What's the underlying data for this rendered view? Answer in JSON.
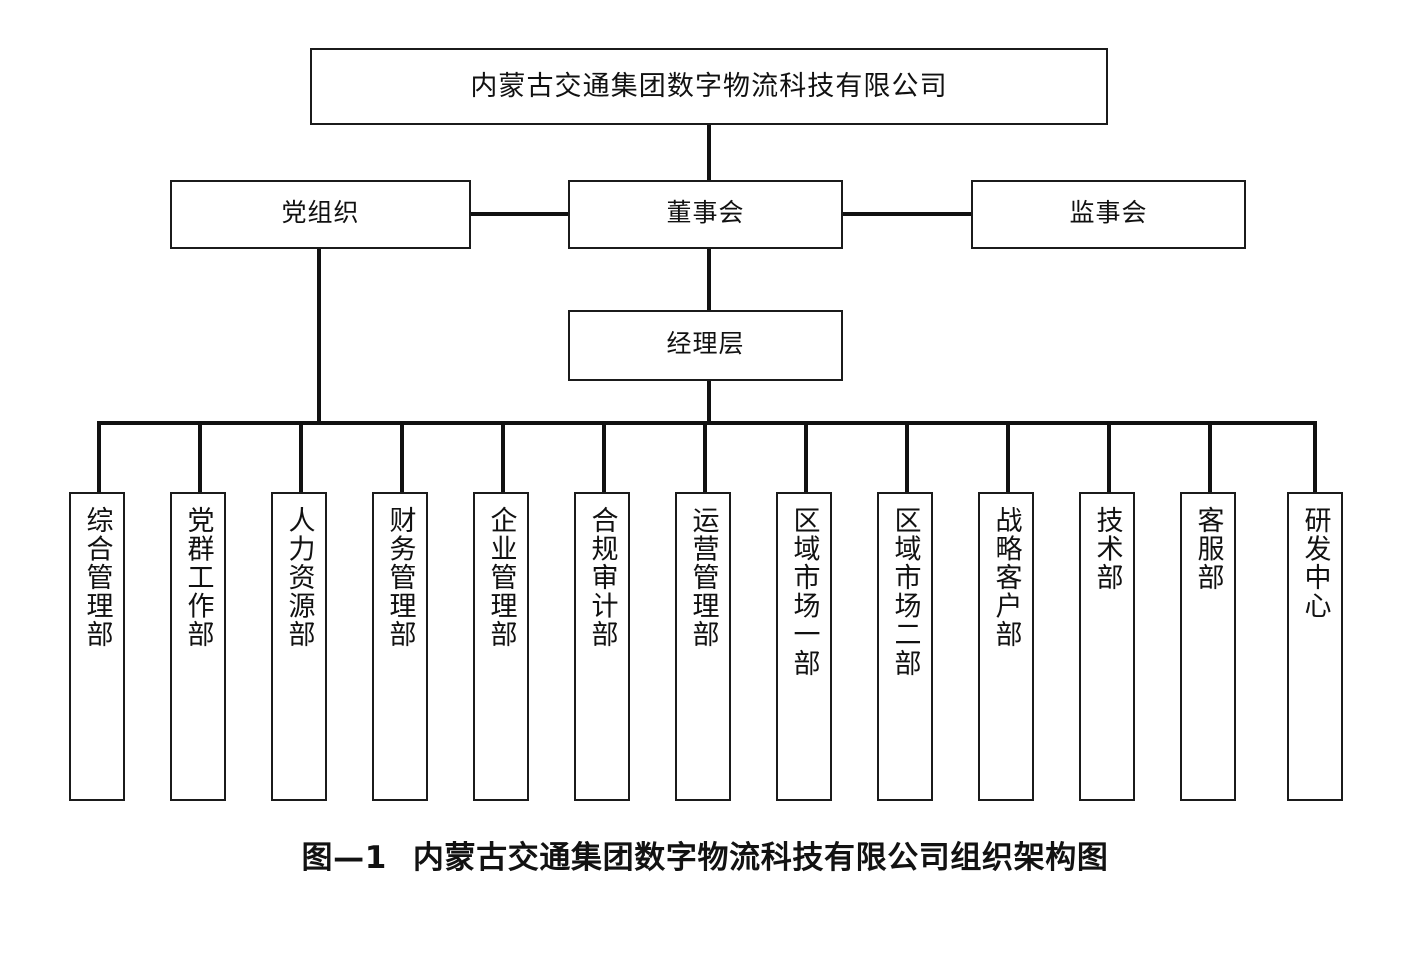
{
  "chart_data": {
    "type": "diagram",
    "diagram_kind": "organization-chart",
    "title": "内蒙古交通集团数字物流科技有限公司组织架构图",
    "orientation": "top-down",
    "nodes": [
      {
        "id": "root",
        "label": "内蒙古交通集团数字物流科技有限公司",
        "level": 0
      },
      {
        "id": "party",
        "label": "党组织",
        "level": 1
      },
      {
        "id": "board",
        "label": "董事会",
        "level": 1
      },
      {
        "id": "super",
        "label": "监事会",
        "level": 1
      },
      {
        "id": "mgmt",
        "label": "经理层",
        "level": 2
      },
      {
        "id": "d1",
        "label": "综合管理部",
        "level": 3
      },
      {
        "id": "d2",
        "label": "党群工作部",
        "level": 3
      },
      {
        "id": "d3",
        "label": "人力资源部",
        "level": 3
      },
      {
        "id": "d4",
        "label": "财务管理部",
        "level": 3
      },
      {
        "id": "d5",
        "label": "企业管理部",
        "level": 3
      },
      {
        "id": "d6",
        "label": "合规审计部",
        "level": 3
      },
      {
        "id": "d7",
        "label": "运营管理部",
        "level": 3
      },
      {
        "id": "d8",
        "label": "区域市场一部",
        "level": 3
      },
      {
        "id": "d9",
        "label": "区域市场二部",
        "level": 3
      },
      {
        "id": "d10",
        "label": "战略客户部",
        "level": 3
      },
      {
        "id": "d11",
        "label": "技术部",
        "level": 3
      },
      {
        "id": "d12",
        "label": "客服部",
        "level": 3
      },
      {
        "id": "d13",
        "label": "研发中心",
        "level": 3
      }
    ],
    "edges": [
      {
        "from": "root",
        "to": "board"
      },
      {
        "from": "board",
        "to": "party"
      },
      {
        "from": "board",
        "to": "super"
      },
      {
        "from": "board",
        "to": "mgmt"
      },
      {
        "from": "party",
        "to": "department-bus"
      },
      {
        "from": "mgmt",
        "to": "department-bus"
      },
      {
        "from": "department-bus",
        "to": "d1"
      },
      {
        "from": "department-bus",
        "to": "d2"
      },
      {
        "from": "department-bus",
        "to": "d3"
      },
      {
        "from": "department-bus",
        "to": "d4"
      },
      {
        "from": "department-bus",
        "to": "d5"
      },
      {
        "from": "department-bus",
        "to": "d6"
      },
      {
        "from": "department-bus",
        "to": "d7"
      },
      {
        "from": "department-bus",
        "to": "d8"
      },
      {
        "from": "department-bus",
        "to": "d9"
      },
      {
        "from": "department-bus",
        "to": "d10"
      },
      {
        "from": "department-bus",
        "to": "d11"
      },
      {
        "from": "department-bus",
        "to": "d12"
      },
      {
        "from": "department-bus",
        "to": "d13"
      }
    ],
    "department_count": 13,
    "colors": {
      "line": "#111111",
      "box_border": "#1b1b1b",
      "background": "#ffffff",
      "text": "#111111"
    }
  },
  "chart": {
    "root": {
      "label": "内蒙古交通集团数字物流科技有限公司"
    },
    "tier2": {
      "party": {
        "label": "党组织"
      },
      "board": {
        "label": "董事会"
      },
      "supervisory": {
        "label": "监事会"
      }
    },
    "tier3": {
      "management": {
        "label": "经理层"
      }
    },
    "departments": [
      {
        "label": "综合管理部"
      },
      {
        "label": "党群工作部"
      },
      {
        "label": "人力资源部"
      },
      {
        "label": "财务管理部"
      },
      {
        "label": "企业管理部"
      },
      {
        "label": "合规审计部"
      },
      {
        "label": "运营管理部"
      },
      {
        "label": "区域市场一部"
      },
      {
        "label": "区域市场二部"
      },
      {
        "label": "战略客户部"
      },
      {
        "label": "技术部"
      },
      {
        "label": "客服部"
      },
      {
        "label": "研发中心"
      }
    ]
  },
  "caption": {
    "number": "图—1",
    "text": "内蒙古交通集团数字物流科技有限公司组织架构图"
  }
}
